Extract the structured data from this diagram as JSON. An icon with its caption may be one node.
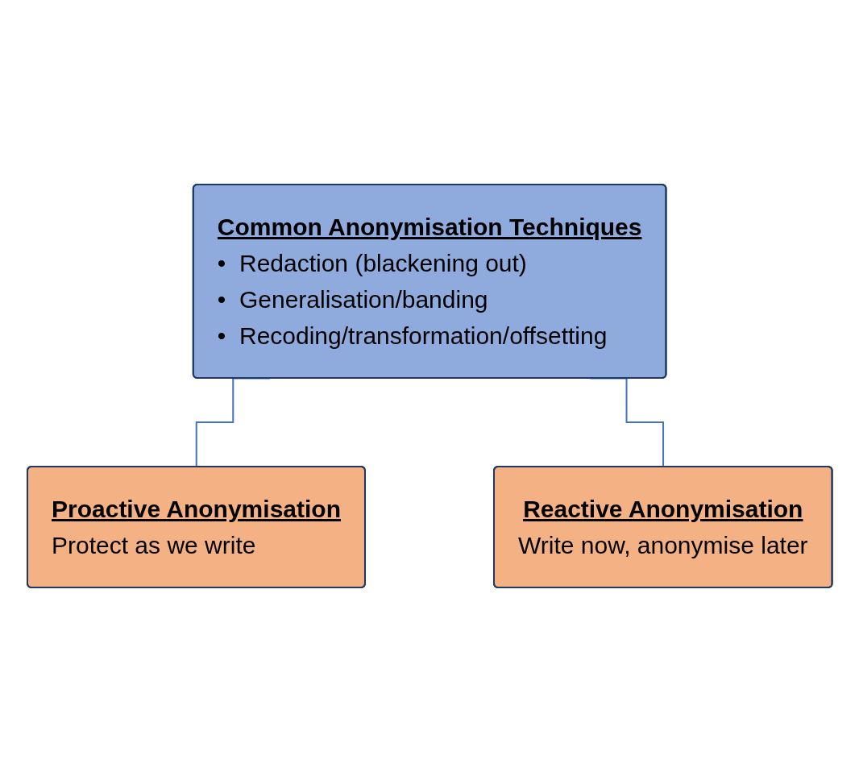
{
  "diagram": {
    "nodes": [
      {
        "text": [
          "Common Anonymisation Techniques",
          "•  Redaction (blackening out)",
          "•  Generalisation/banding",
          "•  Recoding/transformation/offsetting"
        ]
      },
      {
        "text": [
          "Proactive Anonymisation",
          "Protect as we write"
        ]
      },
      {
        "text": [
          "Reactive Anonymisation",
          "Write now, anonymise later"
        ]
      }
    ],
    "edges": [
      {
        "from": 0,
        "to": 1,
        "arrow": "none"
      },
      {
        "from": 0,
        "to": 2,
        "arrow": "none"
      }
    ]
  }
}
